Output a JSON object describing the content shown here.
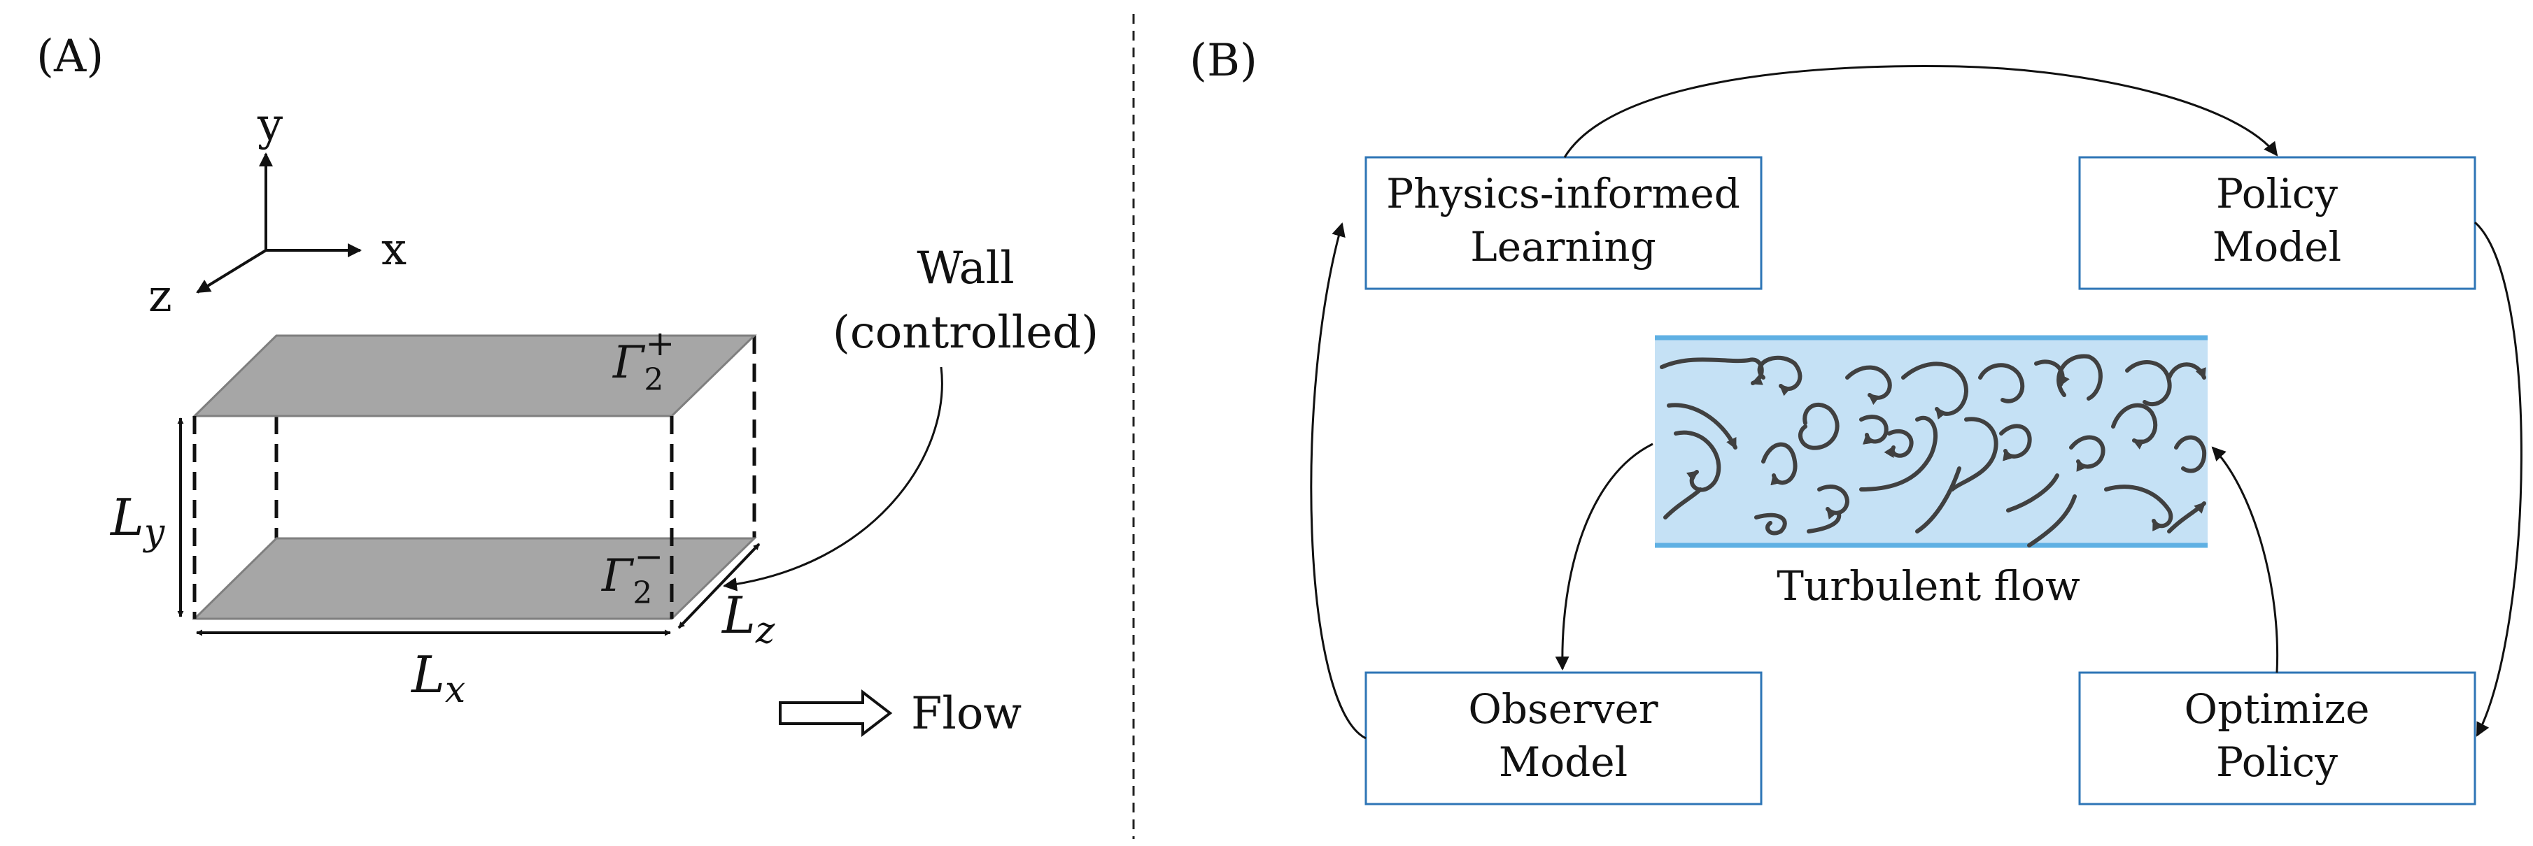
{
  "panel_a": {
    "label": "(A)",
    "axes": {
      "y": "y",
      "x": "x",
      "z": "z"
    },
    "wall_label_line1": "Wall",
    "wall_label_line2": "(controlled)",
    "gamma_top": "Γ",
    "gamma_top_sub": "2",
    "gamma_top_sup": "+",
    "gamma_bottom": "Γ",
    "gamma_bottom_sub": "2",
    "gamma_bottom_sup": "−",
    "dim_ly": "L",
    "dim_ly_sub": "y",
    "dim_lx": "L",
    "dim_lx_sub": "x",
    "dim_lz": "L",
    "dim_lz_sub": "z",
    "flow_label": "Flow"
  },
  "panel_b": {
    "label": "(B)",
    "boxes": {
      "physics_informed": [
        "Physics-informed",
        "Learning"
      ],
      "policy_model": [
        "Policy",
        "Model"
      ],
      "observer_model": [
        "Observer",
        "Model"
      ],
      "optimize_policy": [
        "Optimize",
        "Policy"
      ]
    },
    "turbulent_label": "Turbulent flow"
  },
  "colors": {
    "plate_fill": "#a6a6a6",
    "plate_edge": "#7f7f7f",
    "box_border": "#2e75b6",
    "channel_fill": "#c5e1f5",
    "channel_edge": "#5fb0e3",
    "eddy": "#404040"
  }
}
